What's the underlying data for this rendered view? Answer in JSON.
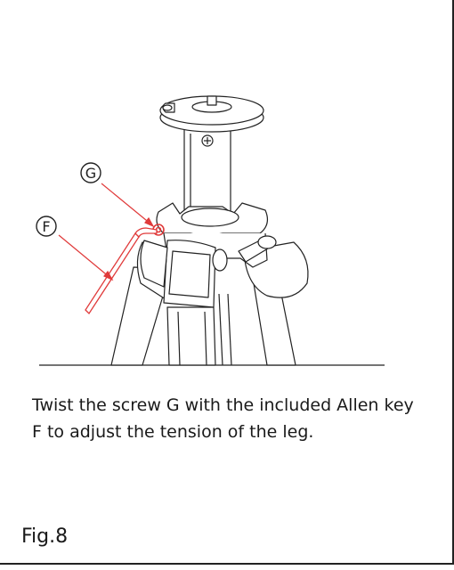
{
  "callouts": {
    "screw": "G",
    "key": "F"
  },
  "caption": {
    "line1": "Twist the screw G with the included Allen key",
    "line2": "F to adjust the tension of the leg."
  },
  "figure_label": "Fig.8",
  "colors": {
    "line": "#222222",
    "highlight": "#e03a3a"
  }
}
